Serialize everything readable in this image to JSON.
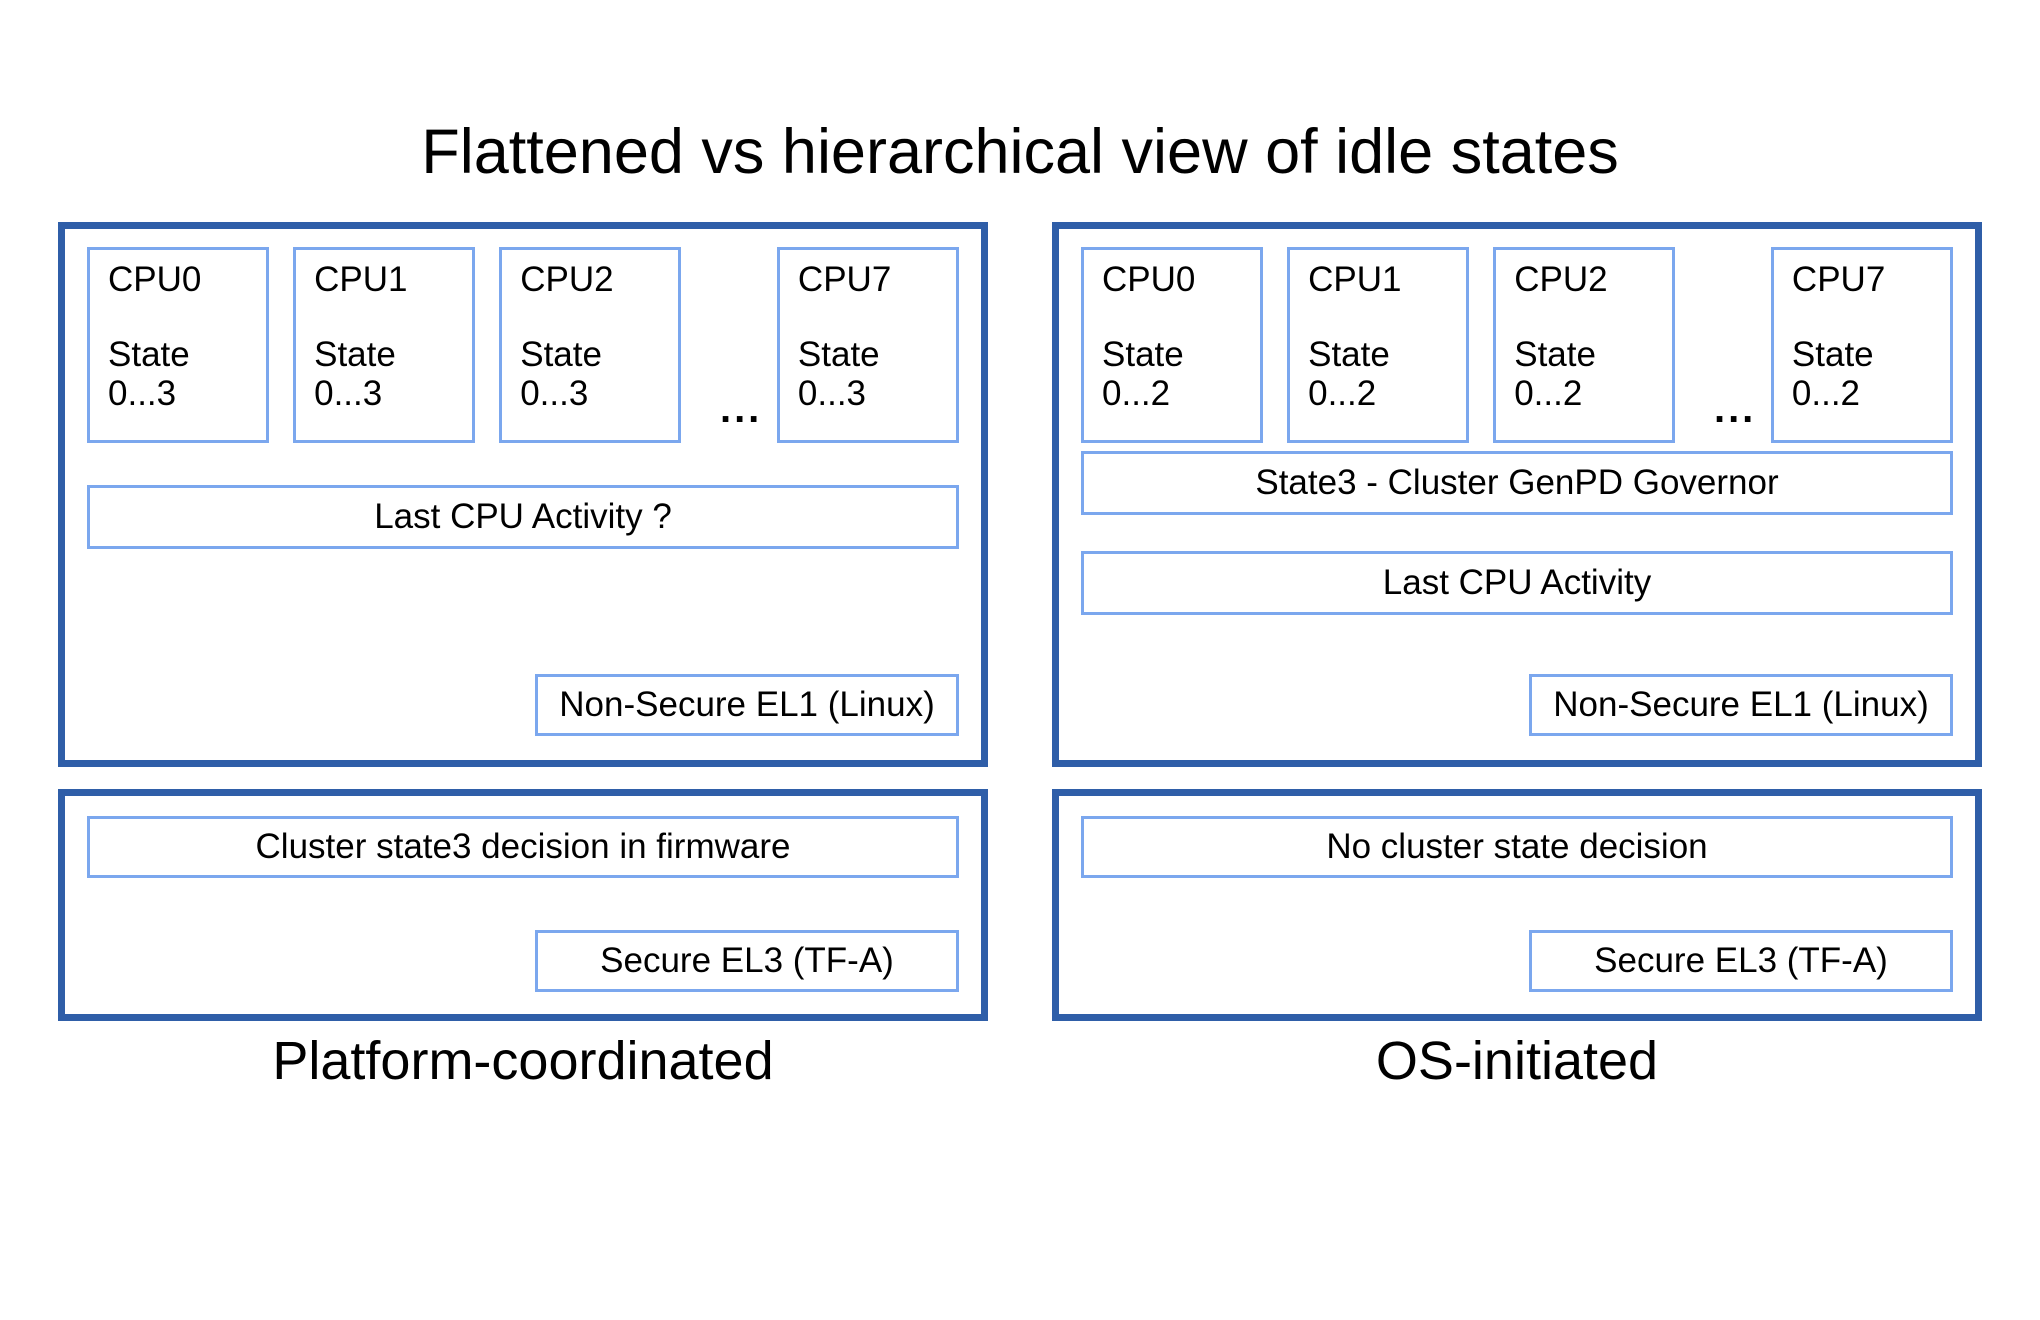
{
  "title": "Flattened vs hierarchical view of idle states",
  "colors": {
    "outer_border": "#2F5EA8",
    "inner_border": "#7BA7EE",
    "background": "#FFFFFF",
    "text": "#000000"
  },
  "panels": [
    {
      "caption": "Platform-coordinated",
      "os_panel": {
        "cpus": [
          {
            "name": "CPU0",
            "state": "State\n0...3"
          },
          {
            "name": "CPU1",
            "state": "State\n0...3"
          },
          {
            "name": "CPU2",
            "state": "State\n0...3"
          },
          {
            "name": "CPU7",
            "state": "State\n0...3"
          }
        ],
        "ellipsis": "...",
        "governor": null,
        "last_cpu_activity": "Last CPU Activity ?",
        "el_badge": "Non-Secure EL1 (Linux)"
      },
      "fw_panel": {
        "decision": "Cluster state3 decision in firmware",
        "el_badge": "Secure EL3 (TF-A)"
      }
    },
    {
      "caption": "OS-initiated",
      "os_panel": {
        "cpus": [
          {
            "name": "CPU0",
            "state": "State\n0...2"
          },
          {
            "name": "CPU1",
            "state": "State\n0...2"
          },
          {
            "name": "CPU2",
            "state": "State\n0...2"
          },
          {
            "name": "CPU7",
            "state": "State\n0...2"
          }
        ],
        "ellipsis": "...",
        "governor": "State3 - Cluster GenPD Governor",
        "last_cpu_activity": "Last CPU Activity",
        "el_badge": "Non-Secure EL1 (Linux)"
      },
      "fw_panel": {
        "decision": "No cluster state decision",
        "el_badge": "Secure EL3 (TF-A)"
      }
    }
  ]
}
